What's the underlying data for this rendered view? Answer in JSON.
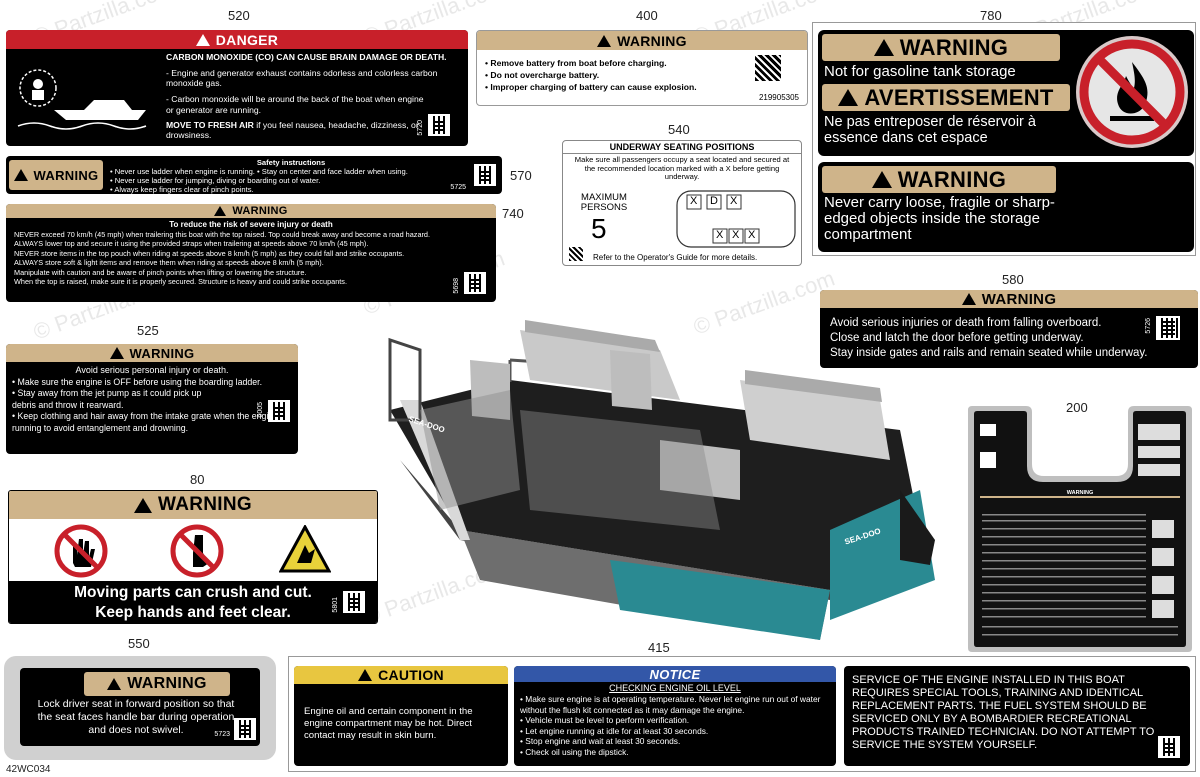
{
  "callouts": {
    "n520": "520",
    "n400": "400",
    "n780": "780",
    "n570": "570",
    "n740": "740",
    "n540": "540",
    "n580": "580",
    "n525": "525",
    "n200": "200",
    "n80": "80",
    "n550": "550",
    "n415": "415"
  },
  "diagram_code": "42WC034",
  "watermark": "© Partzilla.com",
  "colors": {
    "danger": "#c8202a",
    "warning": "#cfb48a",
    "caution": "#e8c640",
    "notice": "#3357a8",
    "hull_accent": "#2a8a92"
  },
  "d520": {
    "header": "DANGER",
    "line1": "CARBON MONOXIDE (CO) CAN CAUSE BRAIN DAMAGE OR DEATH.",
    "b1": "- Engine and generator exhaust contains odorless and colorless carbon monoxide gas.",
    "b2": "- Carbon monoxide will be around the back of the boat when engine or generator are running.",
    "move": "MOVE TO FRESH AIR",
    "move_rest": " if you feel nausea, headache, dizziness, or drowsiness.",
    "code": "5720"
  },
  "d400": {
    "header": "WARNING",
    "b1": "• Remove battery from boat before charging.",
    "b2": "• Do not overcharge battery.",
    "b3": "• Improper charging of battery can cause explosion.",
    "code": "219905305"
  },
  "d780": {
    "h1": "WARNING",
    "t1": "Not for gasoline tank storage",
    "h2": "AVERTISSEMENT",
    "t2": "Ne pas entreposer de réservoir à essence dans cet espace",
    "h3": "WARNING",
    "t3": "Never carry loose, fragile or sharp-edged objects inside the storage compartment"
  },
  "d570": {
    "header": "WARNING",
    "title": "Safety instructions",
    "b1": "• Never use ladder when engine is running.  • Stay on center and face ladder when using.",
    "b2": "• Never use ladder for jumping, diving or boarding out of  water.",
    "b3": "• Always keep fingers clear of pinch points.",
    "code": "5725"
  },
  "d740": {
    "header": "WARNING",
    "title": "To reduce the risk of severe injury or death",
    "l1": "NEVER exceed 70 km/h (45 mph) when trailering this boat with the top raised. Top could break away and become a road hazard.",
    "l2": "ALWAYS lower top and secure it using the provided straps when trailering at speeds above 70 km/h (45 mph).",
    "l3": "NEVER store items in the top pouch when riding at speeds above 8 km/h (5 mph) as they could fall and strike occupants.",
    "l4": "ALWAYS store soft & light items and remove them when riding at speeds above 8 km/h (5 mph).",
    "l5": "Manipulate with caution and be aware of pinch points when lifting or lowering the structure.",
    "l6": "When the top is raised, make sure it is properly secured. Structure is heavy and could strike occupants.",
    "code": "5698"
  },
  "d540": {
    "title": "UNDERWAY SEATING POSITIONS",
    "text": "Make sure all passengers occupy a seat located and secured at the recommended location marked with a X before getting underway.",
    "max": "MAXIMUM PERSONS",
    "persons": "5",
    "footer": "Refer to the Operator's Guide for more details.",
    "marks": [
      "X",
      "D",
      "X",
      "X",
      "X",
      "X"
    ]
  },
  "d580": {
    "header": "WARNING",
    "t1": "Avoid serious injuries or death from falling overboard.",
    "t2": "Close and latch the door before getting underway.",
    "t3": "Stay inside gates and rails and remain seated while underway.",
    "code": "5726"
  },
  "d525": {
    "header": "WARNING",
    "title": "Avoid serious personal injury or death.",
    "b1": "• Make sure the engine is OFF before using the boarding ladder.",
    "b2": "• Stay away from the jet pump as it could pick up debris and throw it rearward.",
    "b3": "• Keep clothing and hair away from the intake grate when the engine is running to avoid entanglement and drowning.",
    "code": "6005"
  },
  "d80": {
    "header": "WARNING",
    "t1": "Moving parts can crush and cut.",
    "t2": "Keep hands and feet clear.",
    "code": "5801"
  },
  "d550": {
    "header": "WARNING",
    "t1": "Lock driver seat in forward position so that the seat faces handle bar during operation and does not swivel.",
    "code": "5723"
  },
  "d415a": {
    "header": "CAUTION",
    "t1": "Engine oil and certain component in the engine compartment may be hot. Direct contact may result in skin burn."
  },
  "d415b": {
    "header": "NOTICE",
    "title": "CHECKING ENGINE OIL LEVEL",
    "b1": "• Make sure engine is at operating temperature. Never let engine run out of water without the flush kit connected as it may damage the engine.",
    "b2": "• Vehicle must be level to perform verification.",
    "b3": "• Let engine running at idle for at least 30 seconds.",
    "b4": "• Stop engine and wait at least 30 seconds.",
    "b5": "• Check oil using the dipstick."
  },
  "d415c": {
    "t1": "SERVICE OF THE ENGINE INSTALLED IN THIS BOAT REQUIRES SPECIAL TOOLS, TRAINING AND IDENTICAL REPLACEMENT PARTS. THE FUEL SYSTEM SHOULD BE SERVICED ONLY BY A BOMBARDIER RECREATIONAL PRODUCTS TRAINED TECHNICIAN. DO NOT ATTEMPT TO SERVICE THE SYSTEM YOURSELF."
  },
  "d200": {
    "header": "WARNING"
  },
  "boat": {
    "brand": "SEA-DOO"
  }
}
